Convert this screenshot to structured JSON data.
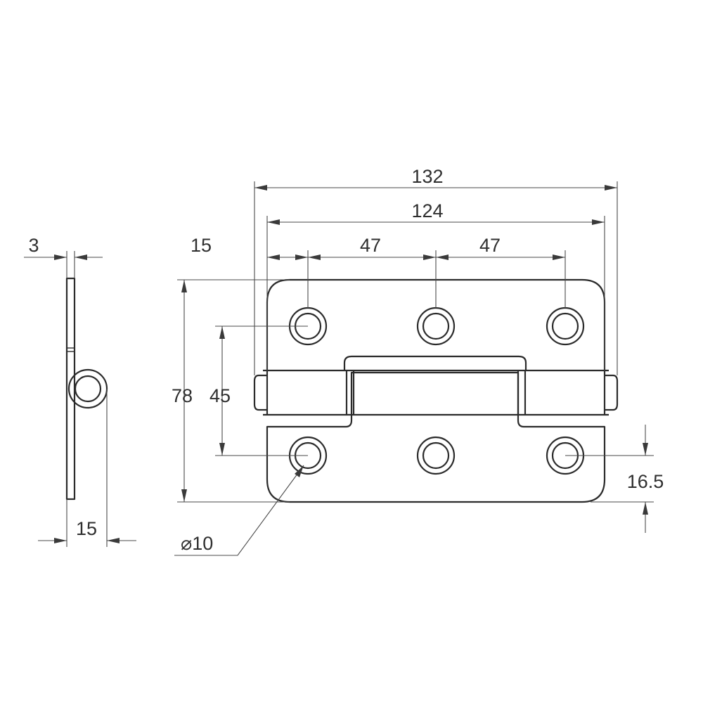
{
  "dimensions": {
    "overall_length": "132",
    "leaf_length": "124",
    "edge_to_hole": "15",
    "hole_pitch_left": "47",
    "hole_pitch_right": "47",
    "overall_height": "78",
    "hole_row_spacing": "45",
    "hole_to_edge": "16.5",
    "hole_diameter": "10",
    "diameter_symbol": "⌀",
    "side_thickness": "3",
    "side_knuckle_depth": "15"
  }
}
